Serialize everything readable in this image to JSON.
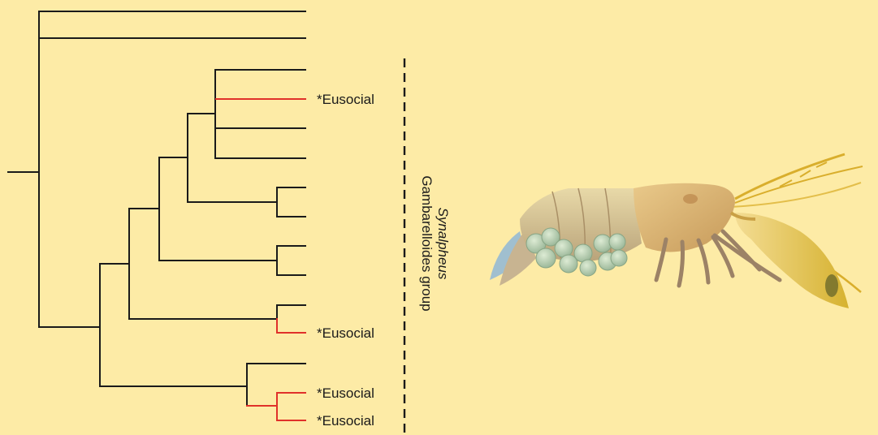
{
  "tree": {
    "eusocial_label": "*Eusocial",
    "group_genus": "Synalpheus",
    "group_name": "Gambarelloides group",
    "colors": {
      "branch": "#1a1a1a",
      "eusocial_branch": "#E0312A",
      "background": "#FDEBA6",
      "bracket": "#1a1a1a"
    }
  },
  "illustration": {
    "subject": "snapping-shrimp-icon"
  }
}
